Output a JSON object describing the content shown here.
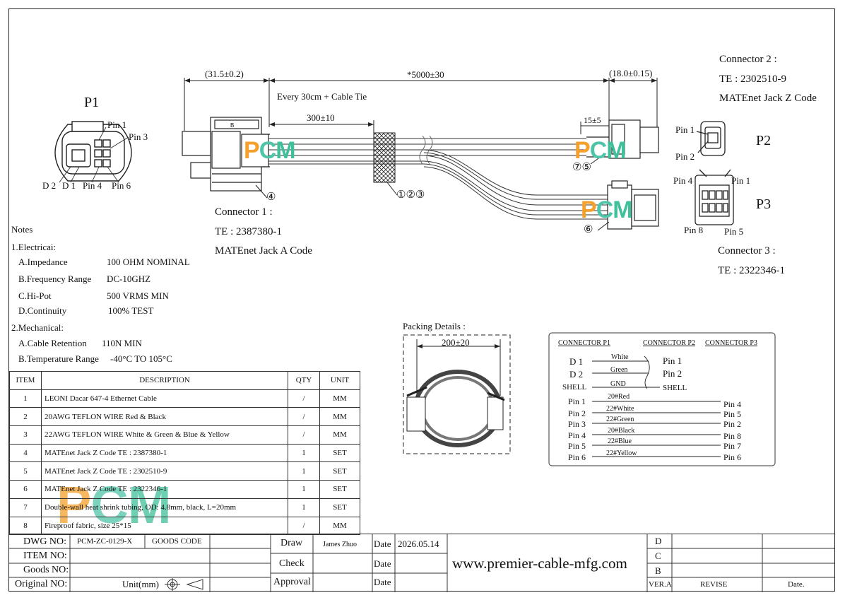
{
  "p1": {
    "title": "P1",
    "pin1": "Pin 1",
    "pin3": "Pin 3",
    "d2": "D 2",
    "d1": "D 1",
    "pin4": "Pin 4",
    "pin6": "Pin 6"
  },
  "dims": {
    "left": "(31.5±0.2)",
    "total": "*5000±30",
    "right": "(18.0±0.15)",
    "tie": "Every 30cm + Cable Tie",
    "d300": "300±10",
    "d15": "15±5"
  },
  "connector1": {
    "title": "Connector 1 :",
    "pn": "TE : 2387380-1",
    "type": "MATEnet Jack A Code"
  },
  "connector2": {
    "title": "Connector 2 :",
    "pn": "TE : 2302510-9",
    "type": "MATEnet Jack Z Code"
  },
  "connector3": {
    "title": "Connector 3 :",
    "pn": "TE : 2322346-1"
  },
  "p2": {
    "title": "P2",
    "pin1": "Pin 1",
    "pin2": "Pin 2"
  },
  "p3": {
    "title": "P3",
    "pin4": "Pin 4",
    "pin1": "Pin 1",
    "pin8": "Pin 8",
    "pin5": "Pin 5"
  },
  "callouts": {
    "c4": "④",
    "c123": "①②③",
    "c75": "⑦⑤",
    "c6": "⑥",
    "b": "B"
  },
  "watermark": {
    "p": "P",
    "c": "C",
    "m": "M"
  },
  "notes": {
    "title": "Notes",
    "electrical": "1.Electricai:",
    "mechanical": "2.Mechanical:",
    "items": [
      {
        "label": "A.Impedance",
        "value": "100 OHM NOMINAL"
      },
      {
        "label": "B.Frequency Range",
        "value": "DC-10GHZ"
      },
      {
        "label": "C.Hi-Pot",
        "value": "500 VRMS MIN"
      },
      {
        "label": "D.Continuity",
        "value": "100% TEST"
      },
      {
        "label": "A.Cable Retention",
        "value": "110N MIN"
      },
      {
        "label": "B.Temperature Range",
        "value": "-40°C TO 105°C"
      }
    ]
  },
  "packing": {
    "title": "Packing Details :",
    "dim": "200±20"
  },
  "wiring": {
    "headers": [
      "CONNECTOR P1",
      "CONNECTOR P2",
      "CONNECTOR P3"
    ],
    "p1_rows": [
      {
        "from": "D 1",
        "color": "White",
        "to": "Pin 1"
      },
      {
        "from": "D 2",
        "color": "Green",
        "to": "Pin 2"
      },
      {
        "from": "SHELL",
        "color": "GND",
        "to": "SHELL"
      }
    ],
    "p3_rows": [
      {
        "from": "Pin 1",
        "color": "20#Red",
        "to": "Pin 4"
      },
      {
        "from": "Pin 2",
        "color": "22#White",
        "to": "Pin 5"
      },
      {
        "from": "Pin 3",
        "color": "22#Green",
        "to": "Pin 2"
      },
      {
        "from": "Pin 4",
        "color": "20#Black",
        "to": "Pin 8"
      },
      {
        "from": "Pin 5",
        "color": "22#Blue",
        "to": "Pin 7"
      },
      {
        "from": "Pin 6",
        "color": "22#Yellow",
        "to": "Pin 6"
      }
    ]
  },
  "bom": {
    "headers": [
      "ITEM",
      "DESCRIPTION",
      "QTY",
      "UNIT"
    ],
    "rows": [
      [
        "1",
        "LEONI Dacar 647-4 Ethernet Cable",
        "/",
        "MM"
      ],
      [
        "2",
        "20AWG TEFLON WIRE Red & Black",
        "/",
        "MM"
      ],
      [
        "3",
        "22AWG TEFLON WIRE White & Green & Blue & Yellow",
        "/",
        "MM"
      ],
      [
        "4",
        "MATEnet Jack Z Code TE : 2387380-1",
        "1",
        "SET"
      ],
      [
        "5",
        "MATEnet Jack Z Code TE : 2302510-9",
        "1",
        "SET"
      ],
      [
        "6",
        "MATEnet Jack Z Code TE : 2322346-1",
        "1",
        "SET"
      ],
      [
        "7",
        "Double-wall heat shrink tubing, OD: 4.8mm, black, L=20mm",
        "1",
        "SET"
      ],
      [
        "8",
        "Fireproof fabric, size 25*15",
        "/",
        "MM"
      ]
    ]
  },
  "titleblock": {
    "dwg_no_label": "DWG NO:",
    "dwg_no": "PCM-ZC-0129-X",
    "goods_code": "GOODS CODE",
    "item_no": "ITEM NO:",
    "goods_no": "Goods NO:",
    "original_no": "Original NO:",
    "unit": "Unit(mm)",
    "draw": "Draw",
    "drawer": "James Zhuo",
    "date_label": "Date",
    "date": "2026.05.14",
    "check": "Check",
    "approval": "Approval",
    "website": "www.premier-cable-mfg.com",
    "rev_d": "D",
    "rev_c": "C",
    "rev_b": "B",
    "ver": "VER.A",
    "revise": "REVISE",
    "date2": "Date."
  }
}
